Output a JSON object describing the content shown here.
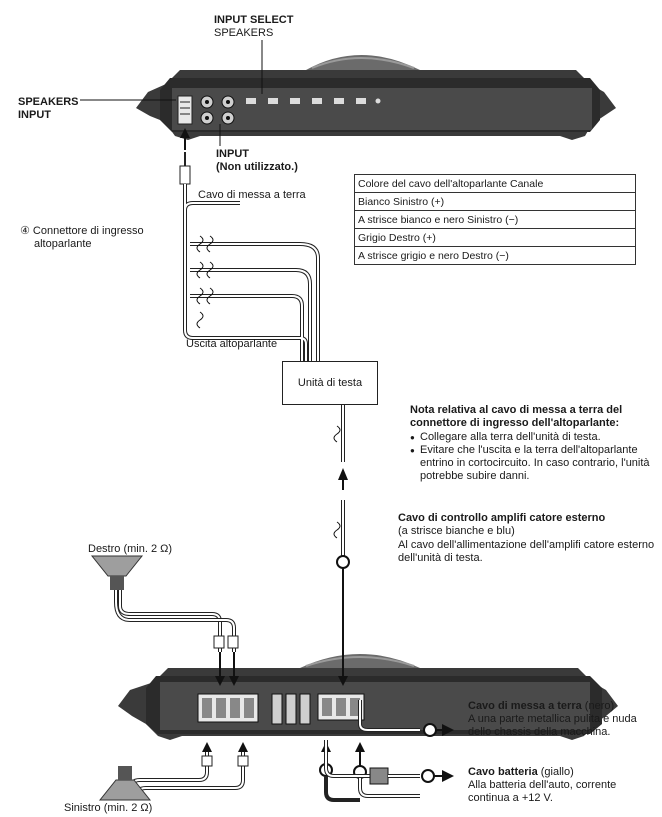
{
  "labels": {
    "input_select": "INPUT SELECT",
    "speakers_top": "SPEAKERS",
    "speakers_input_line1": "SPEAKERS",
    "speakers_input_line2": "INPUT",
    "input": "INPUT",
    "not_used": "(Non utilizzato.)",
    "ground_cable_top": "Cavo di messa a terra",
    "connector_line1": "④ Connettore di ingresso",
    "connector_line2": "altoparlante",
    "speaker_output": "Uscita altoparlante",
    "head_unit": "Unità di testa",
    "right_speaker": "Destro (min. 2 Ω)",
    "left_speaker": "Sinistro (min. 2 Ω)"
  },
  "color_table": {
    "rows": [
      "Colore del cavo dell'altoparlante Canale",
      "Bianco Sinistro (+)",
      "A strisce bianco e nero Sinistro (−)",
      "Grigio Destro (+)",
      "A strisce grigio e nero Destro (−)"
    ]
  },
  "ground_note": {
    "title_line1": "Nota relativa al cavo di messa a terra del",
    "title_line2": "connettore di ingresso dell'altoparlante:",
    "bullets": [
      "Collegare alla terra dell'unità di testa.",
      "Evitare che l'uscita e la terra dell'altoparlante entrino in cortocircuito. In caso contrario, l'unità potrebbe subire danni."
    ]
  },
  "remote_cable": {
    "title": "Cavo di controllo amplifi catore esterno",
    "subtitle": "(a strisce bianche e blu)",
    "desc_line1": "Al cavo dell'allimentazione dell'amplifi catore esterno",
    "desc_line2": "dell'unità di testa."
  },
  "ground_cable": {
    "title": "Cavo di messa a terra",
    "title_suffix": " (nero)",
    "desc_line1": "A una parte metallica pulita e nuda",
    "desc_line2": "dello chassis della macchina."
  },
  "battery_cable": {
    "title": "Cavo batteria",
    "title_suffix": " (giallo)",
    "desc_line1": "Alla batteria dell'auto, corrente",
    "desc_line2": "continua a +12 V."
  }
}
